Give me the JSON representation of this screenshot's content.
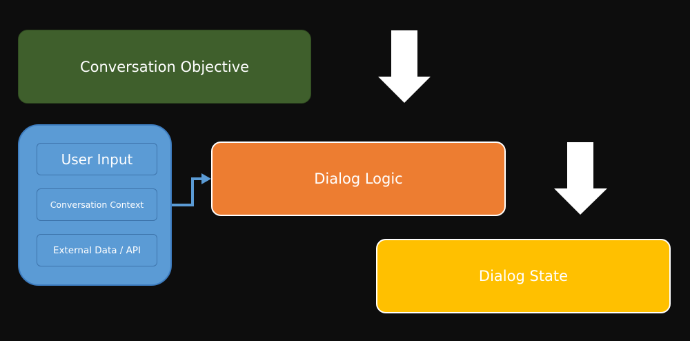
{
  "diagram": {
    "objective_label": "Conversation Objective",
    "inputs": {
      "user_input": "User Input",
      "conversation_context": "Conversation Context",
      "external_data": "External Data / API"
    },
    "logic_label": "Dialog Logic",
    "state_label": "Dialog State"
  },
  "colors": {
    "background": "#0d0d0d",
    "objective": "#3f5f2c",
    "inputs": "#5b9bd5",
    "logic": "#ed7d31",
    "state": "#ffc000",
    "arrows": "#ffffff",
    "connector": "#5b9bd5"
  }
}
